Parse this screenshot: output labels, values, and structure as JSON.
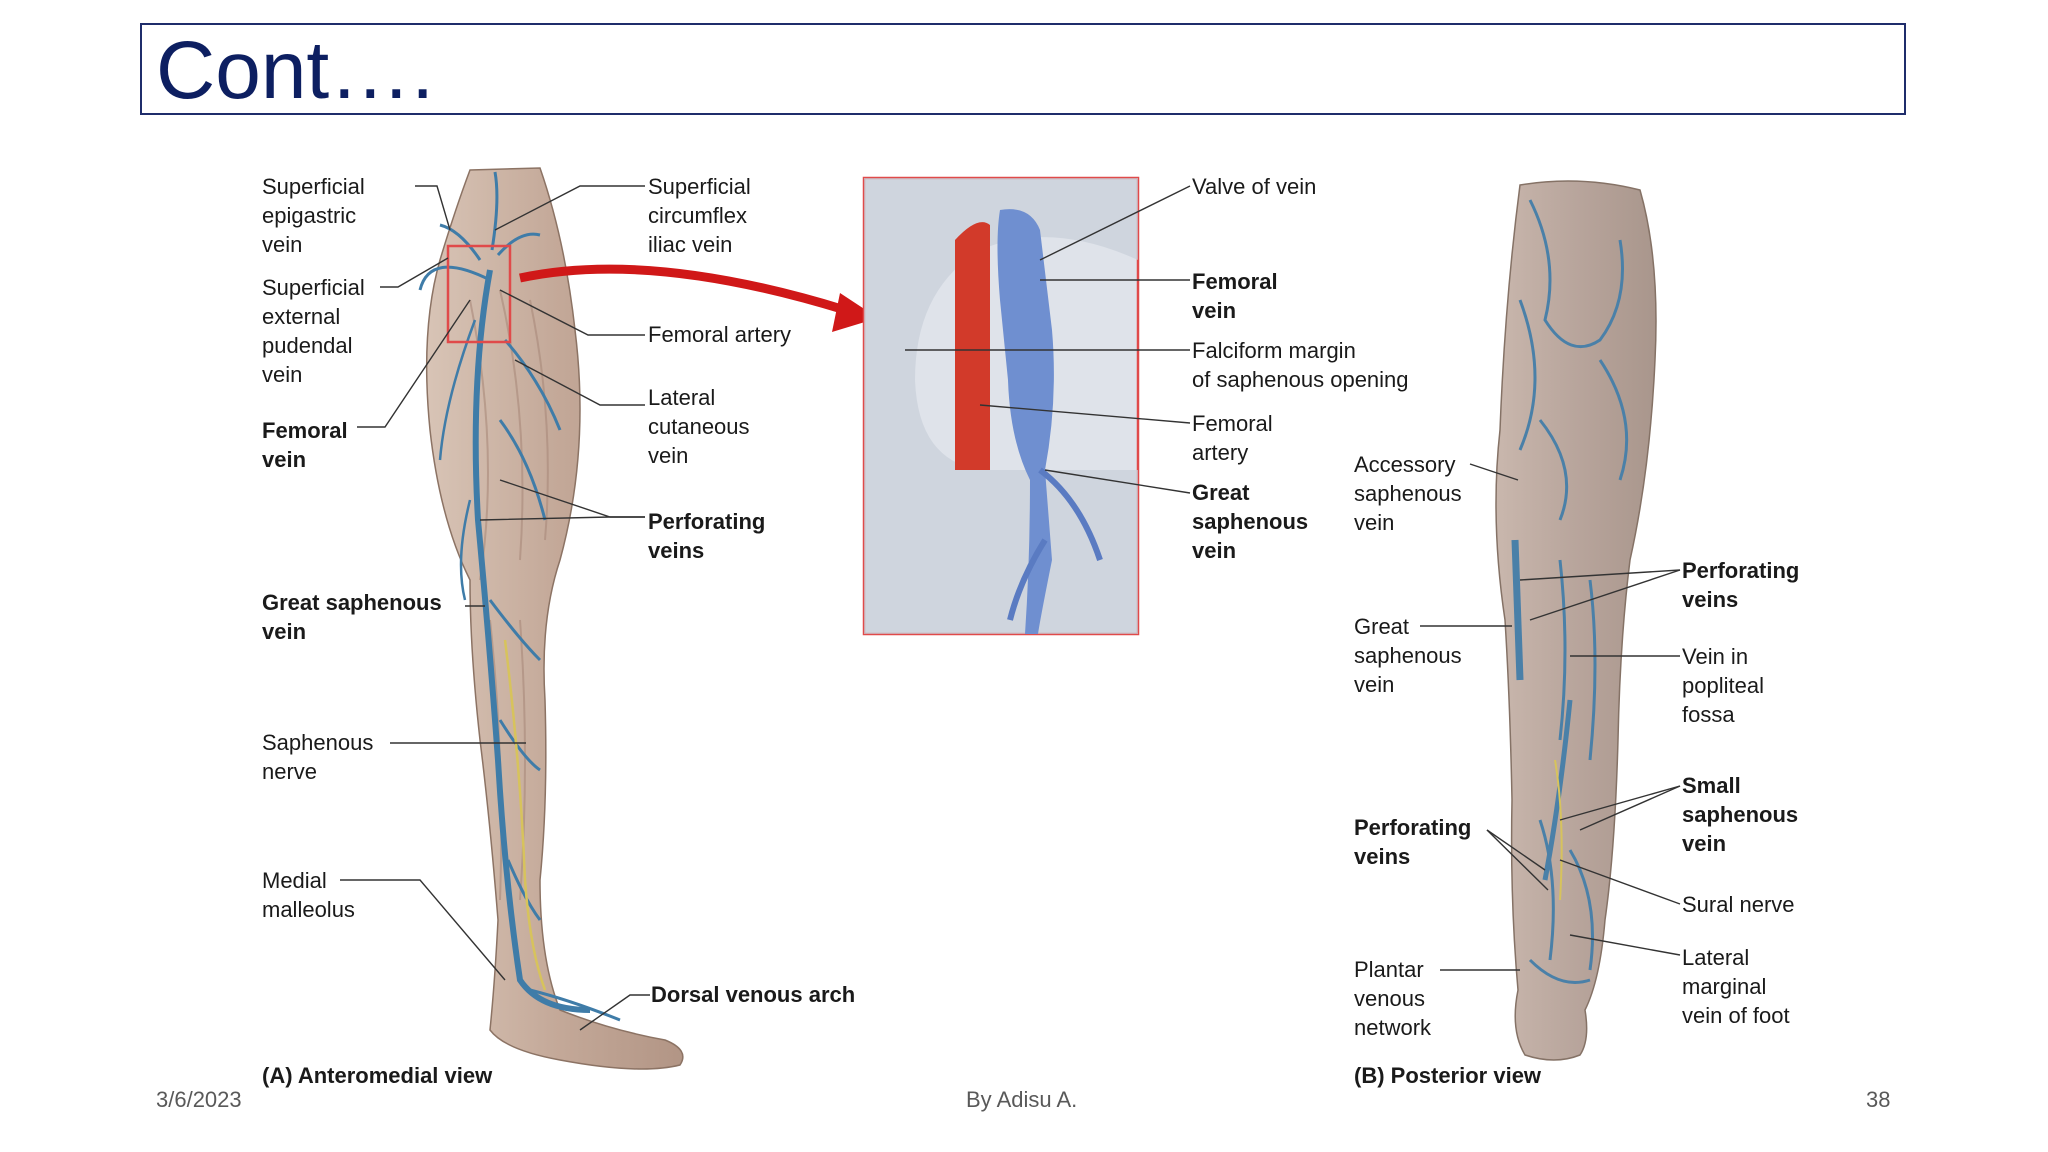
{
  "slide": {
    "title": "Cont….",
    "footer": {
      "date": "3/6/2023",
      "author": "By Adisu A.",
      "page": "38"
    }
  },
  "figure": {
    "panel_a": {
      "caption": "(A) Anteromedial view",
      "labels": {
        "superficial_epigastric": "Superficial\nepigastric\nvein",
        "superficial_external_pudendal": "Superficial\nexternal\npudendal\nvein",
        "femoral_vein": "Femoral\nvein",
        "great_saphenous": "Great saphenous\nvein",
        "saphenous_nerve": "Saphenous\nnerve",
        "medial_malleolus": "Medial\nmalleolus",
        "superficial_circumflex_iliac": "Superficial\ncircumflex\niliac vein",
        "femoral_artery": "Femoral artery",
        "lateral_cutaneous": "Lateral\ncutaneous\nvein",
        "perforating_veins": "Perforating\nveins",
        "dorsal_venous_arch": "Dorsal venous arch"
      }
    },
    "inset": {
      "labels": {
        "valve_of_vein": "Valve of vein",
        "femoral_vein": "Femoral\nvein",
        "falciform_margin": "Falciform margin\nof saphenous opening",
        "femoral_artery": "Femoral\nartery",
        "great_saphenous": "Great\nsaphenous\nvein"
      }
    },
    "panel_b": {
      "caption": "(B)    Posterior view",
      "labels": {
        "accessory_saphenous": "Accessory\nsaphenous\nvein",
        "great_saphenous": "Great\nsaphenous\nvein",
        "perforating_veins_left": "Perforating\nveins",
        "plantar_venous_network": "Plantar\nvenous\nnetwork",
        "perforating_veins_right": "Perforating\nveins",
        "vein_popliteal_fossa": "Vein in\npopliteal\nfossa",
        "small_saphenous": "Small\nsaphenous\nvein",
        "sural_nerve": "Sural nerve",
        "lateral_marginal": "Lateral\nmarginal\nvein of foot"
      }
    }
  },
  "colors": {
    "title": "#0d1f61",
    "vein": "#3f7ca8",
    "artery": "#d23a2a",
    "skin": "#c9b3a3",
    "inset_border": "#e04a4a"
  }
}
